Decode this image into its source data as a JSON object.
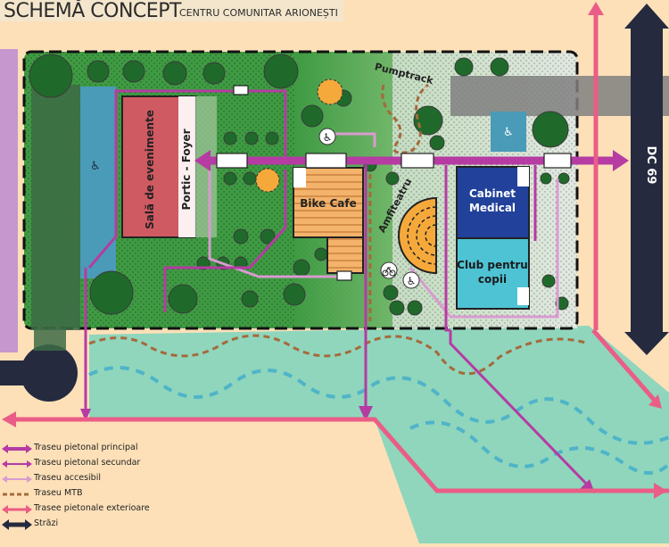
{
  "header": {
    "title": "SCHEMĂ CONCEPT",
    "subtitle": "CENTRU COMUNITAR ARIONEȘTI"
  },
  "buildings": {
    "event_hall": "Sală de evenimente",
    "foyer": "Portic - Foyer",
    "bike_cafe": "Bike Cafe",
    "medical": [
      "Cabinet",
      "Medical"
    ],
    "kids_club": [
      "Club pentru",
      "copii"
    ]
  },
  "features": {
    "amphitheatre": "Amfiteatru",
    "pumptrack": "Pumptrack",
    "road": "DC 69"
  },
  "legend": [
    {
      "label": "Traseu pietonal principal",
      "color": "#b63ba3",
      "style": "thick-double-arrow"
    },
    {
      "label": "Traseu pietonal secundar",
      "color": "#b63ba3",
      "style": "thin-double-arrow"
    },
    {
      "label": "Traseu accesibil",
      "color": "#d99bd0",
      "style": "thin-double-arrow"
    },
    {
      "label": "Traseu MTB",
      "color": "#a56a3a",
      "style": "dashed"
    },
    {
      "label": "Trasee pietonale exterioare",
      "color": "#ea5d86",
      "style": "double-arrow"
    },
    {
      "label": "Străzi",
      "color": "#252a3e",
      "style": "thick-double-arrow"
    }
  ],
  "icons": [
    "wheelchair-icon",
    "bicycle-icon",
    "tree-icon"
  ]
}
